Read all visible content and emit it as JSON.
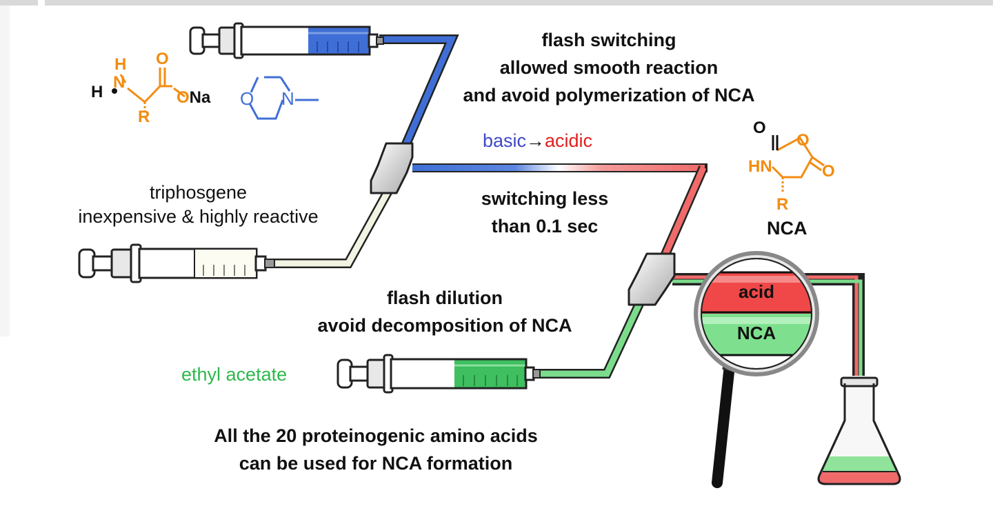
{
  "flash_switching": {
    "line1": "flash switching",
    "line2": "allowed smooth reaction",
    "line3": "and avoid polymerization of NCA"
  },
  "basic_acidic": {
    "basic": "basic",
    "arrow": "→",
    "acidic": "acidic"
  },
  "switching_time": {
    "line1": "switching less",
    "line2": "than 0.1 sec"
  },
  "triphosgene": {
    "line1": "triphosgene",
    "line2": "inexpensive & highly reactive"
  },
  "flash_dilution": {
    "line1": "flash dilution",
    "line2": "avoid decomposition of NCA"
  },
  "ethyl_acetate": "ethyl acetate",
  "conclusion": {
    "line1": "All the 20 proteinogenic amino acids",
    "line2": "can be used for NCA formation"
  },
  "magnifier": {
    "top_band": "acid",
    "bottom_band": "NCA"
  },
  "amino_acid_salt": {
    "h_left": "H",
    "nh": "N",
    "h_top": "H",
    "o_top": "O",
    "ona": "O",
    "na": "Na",
    "r": "R"
  },
  "nmm": {
    "o": "O",
    "n": "N"
  },
  "nca_structure": {
    "label": "NCA",
    "o_top": "O",
    "o_ring": "O",
    "o_right": "O",
    "hn": "HN",
    "r": "R"
  },
  "colors": {
    "blue": "#3f6fd6",
    "red": "#f06a6a",
    "green": "#7cdc8c",
    "orange": "#f28c12",
    "cream": "#f3f3e3"
  }
}
